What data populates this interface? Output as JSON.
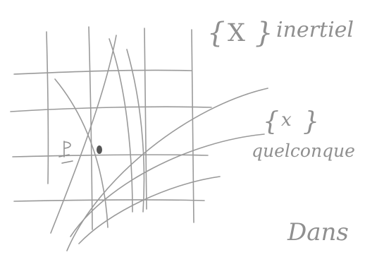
{
  "labels": {
    "inertial_frame": "{X} inertiel",
    "inertial_symbol": "X",
    "inertial_word": "inertiel",
    "arbitrary_frame_symbol": "x",
    "arbitrary_frame_word": "quelconque",
    "point": "P",
    "bottom_word": "Dans"
  },
  "colors": {
    "ink": "#8f8f8f",
    "ink_dark": "#555555",
    "paper": "#ffffff"
  }
}
